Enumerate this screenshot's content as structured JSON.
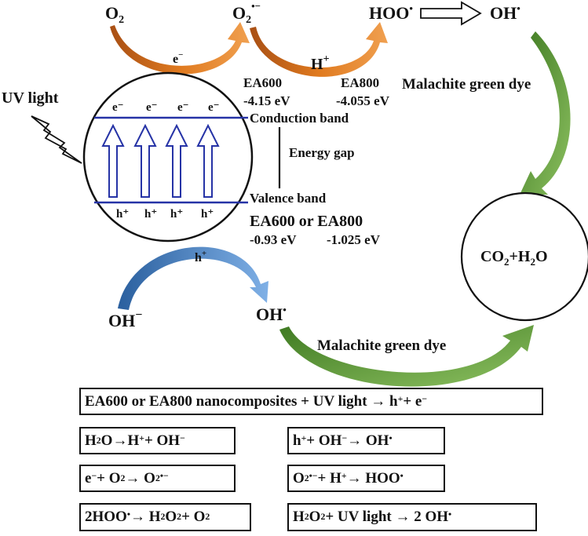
{
  "colors": {
    "orange": "#e07a1f",
    "orange_dark": "#a84f14",
    "green": "#6aa63a",
    "green_dark": "#3f7a22",
    "blue": "#4a7fc1",
    "band_blue": "#2633a6",
    "black": "#111111"
  },
  "top": {
    "o2": "O",
    "o2_sub": "2",
    "superoxide": "O",
    "superoxide_sub": "2",
    "superoxide_sup": "•−",
    "hoo": "HOO",
    "dot": "•",
    "oh": "OH",
    "e_label": "e",
    "e_sup": "−",
    "h_label": "H",
    "h_sup": "+"
  },
  "uv_label": "UV light",
  "particle": {
    "electrons": [
      "e⁻",
      "e⁻",
      "e⁻",
      "e⁻"
    ],
    "holes": [
      "h⁺",
      "h⁺",
      "h⁺",
      "h⁺"
    ]
  },
  "bands": {
    "cb_left": "EA600",
    "cb_right": "EA800",
    "cb_val_left": "-4.15 eV",
    "cb_val_right": "-4.055 eV",
    "conduction": "Conduction band",
    "gap": "Energy gap",
    "valence": "Valence band",
    "vb_header": "EA600 or EA800",
    "vb_val_left": "-0.93 eV",
    "vb_val_right": "-1.025 eV"
  },
  "dye_label_top": "Malachite green dye",
  "dye_label_bottom": "Malachite green dye",
  "product": {
    "co2": "CO",
    "co2_sub": "2",
    "plus": "+H",
    "h2o_sub": "2",
    "o": "O"
  },
  "bottom": {
    "h_label": "h",
    "h_sup": "+",
    "oh_minus": "OH",
    "oh_minus_sup": "−",
    "oh_rad": "OH",
    "dot": "•"
  },
  "equations": {
    "eq1": {
      "a": "EA600 or EA800 nanocomposites + UV light → h",
      "b": "+",
      "c": " + e",
      "d": "−"
    },
    "eq2": {
      "a": "H",
      "a_sub": "2",
      "b": "O→H",
      "b_sup": "+",
      "c": "+ OH",
      "c_sup": "−"
    },
    "eq3": {
      "a": "h",
      "a_sup": "+",
      "b": " +  OH",
      "b_sup": "−",
      "c": " → OH",
      "c_sup": "•"
    },
    "eq4": {
      "a": "e",
      "a_sup": "−",
      "b": " + O",
      "b_sub": "2",
      "c": " →  O",
      "c_sub": "2",
      "c_sup": "•−"
    },
    "eq5": {
      "a": "O",
      "a_sub": "2",
      "a_sup": "•−",
      "b": " + H",
      "b_sup": "+",
      "c": "→ HOO",
      "c_sup": "•"
    },
    "eq6": {
      "a": "2HOO",
      "a_sup": "•",
      "b": "→ H",
      "b_sub": "2",
      "c": "O",
      "c_sub": "2",
      "d": " +  O",
      "d_sub": "2"
    },
    "eq7": {
      "a": "H",
      "a_sub": "2",
      "b": "O",
      "b_sub": "2",
      "c": "  + UV light → 2 OH",
      "c_sup": "•"
    }
  }
}
